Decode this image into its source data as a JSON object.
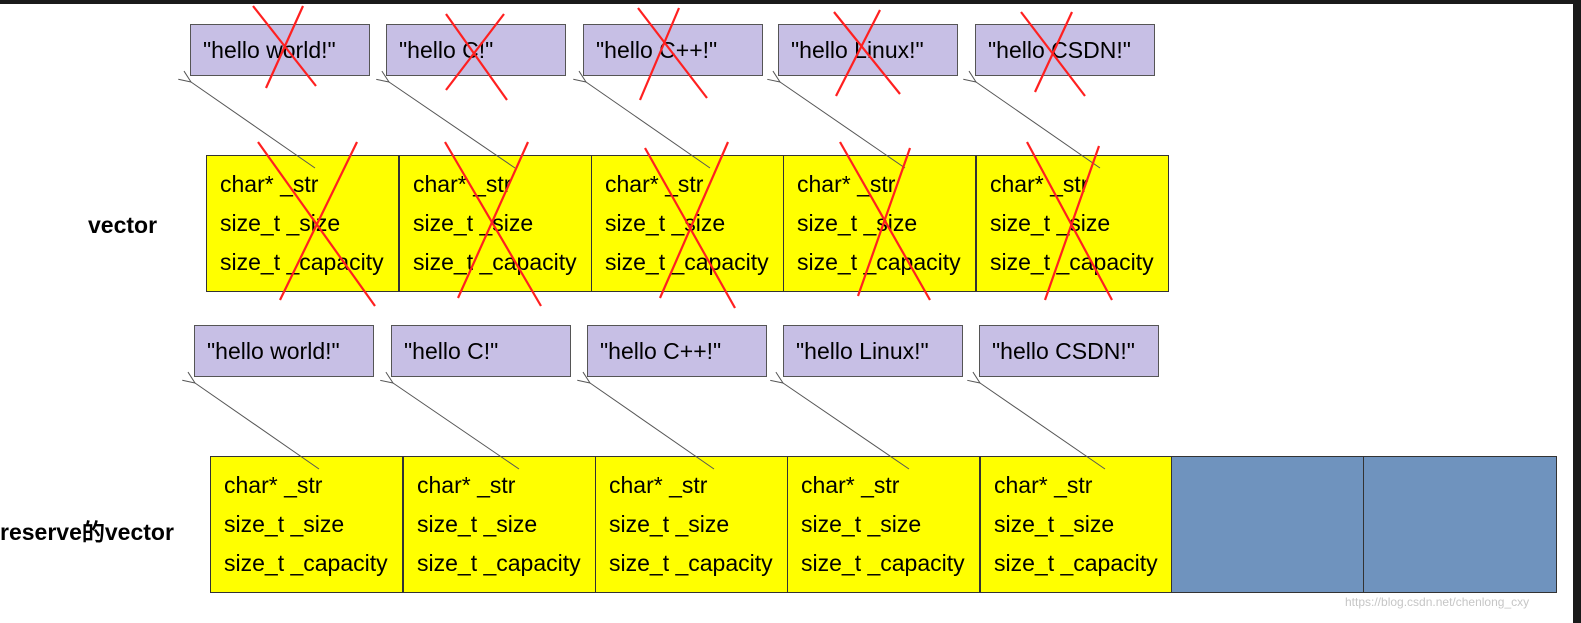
{
  "labels": {
    "vector": "vector",
    "reserve_vector": "reserve的vector"
  },
  "strings": [
    "\"hello world!\"",
    "\"hello C!\"",
    "\"hello C++!\"",
    "\"hello Linux!\"",
    "\"hello CSDN!\""
  ],
  "fields": [
    "char* _str",
    "size_t _size",
    "size_t _capacity"
  ],
  "watermark": "https://blog.csdn.net/chenlong_cxy",
  "colors": {
    "string_box": "#c7bfe5",
    "cell": "#ffff00",
    "empty_slot": "#6f93be",
    "cross": "#ff2020"
  }
}
